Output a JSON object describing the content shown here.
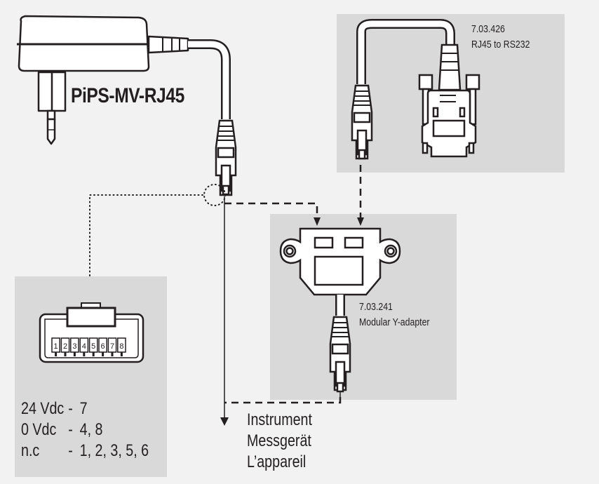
{
  "product": {
    "name": "PiPS-MV-RJ45"
  },
  "adapters": [
    {
      "part_number": "7.03.426",
      "description": "RJ45 to RS232"
    },
    {
      "part_number": "7.03.241",
      "description": "Modular Y-adapter"
    }
  ],
  "connector": {
    "pins": [
      "1",
      "2",
      "3",
      "4",
      "5",
      "6",
      "7",
      "8"
    ]
  },
  "pinout": [
    {
      "signal": "24 Vdc",
      "sep": "-",
      "pins": "7"
    },
    {
      "signal": "0 Vdc",
      "sep": "-",
      "pins": "4, 8"
    },
    {
      "signal": "n.c",
      "sep": "-",
      "pins": "1, 2, 3, 5, 6"
    }
  ],
  "destination": {
    "lines": [
      "Instrument",
      "Messgerät",
      "L’appareil"
    ]
  },
  "colors": {
    "background": "#f2f2f2",
    "panel": "#d9d9d9",
    "ink": "#231f20",
    "part_fill": "#ffffff"
  }
}
